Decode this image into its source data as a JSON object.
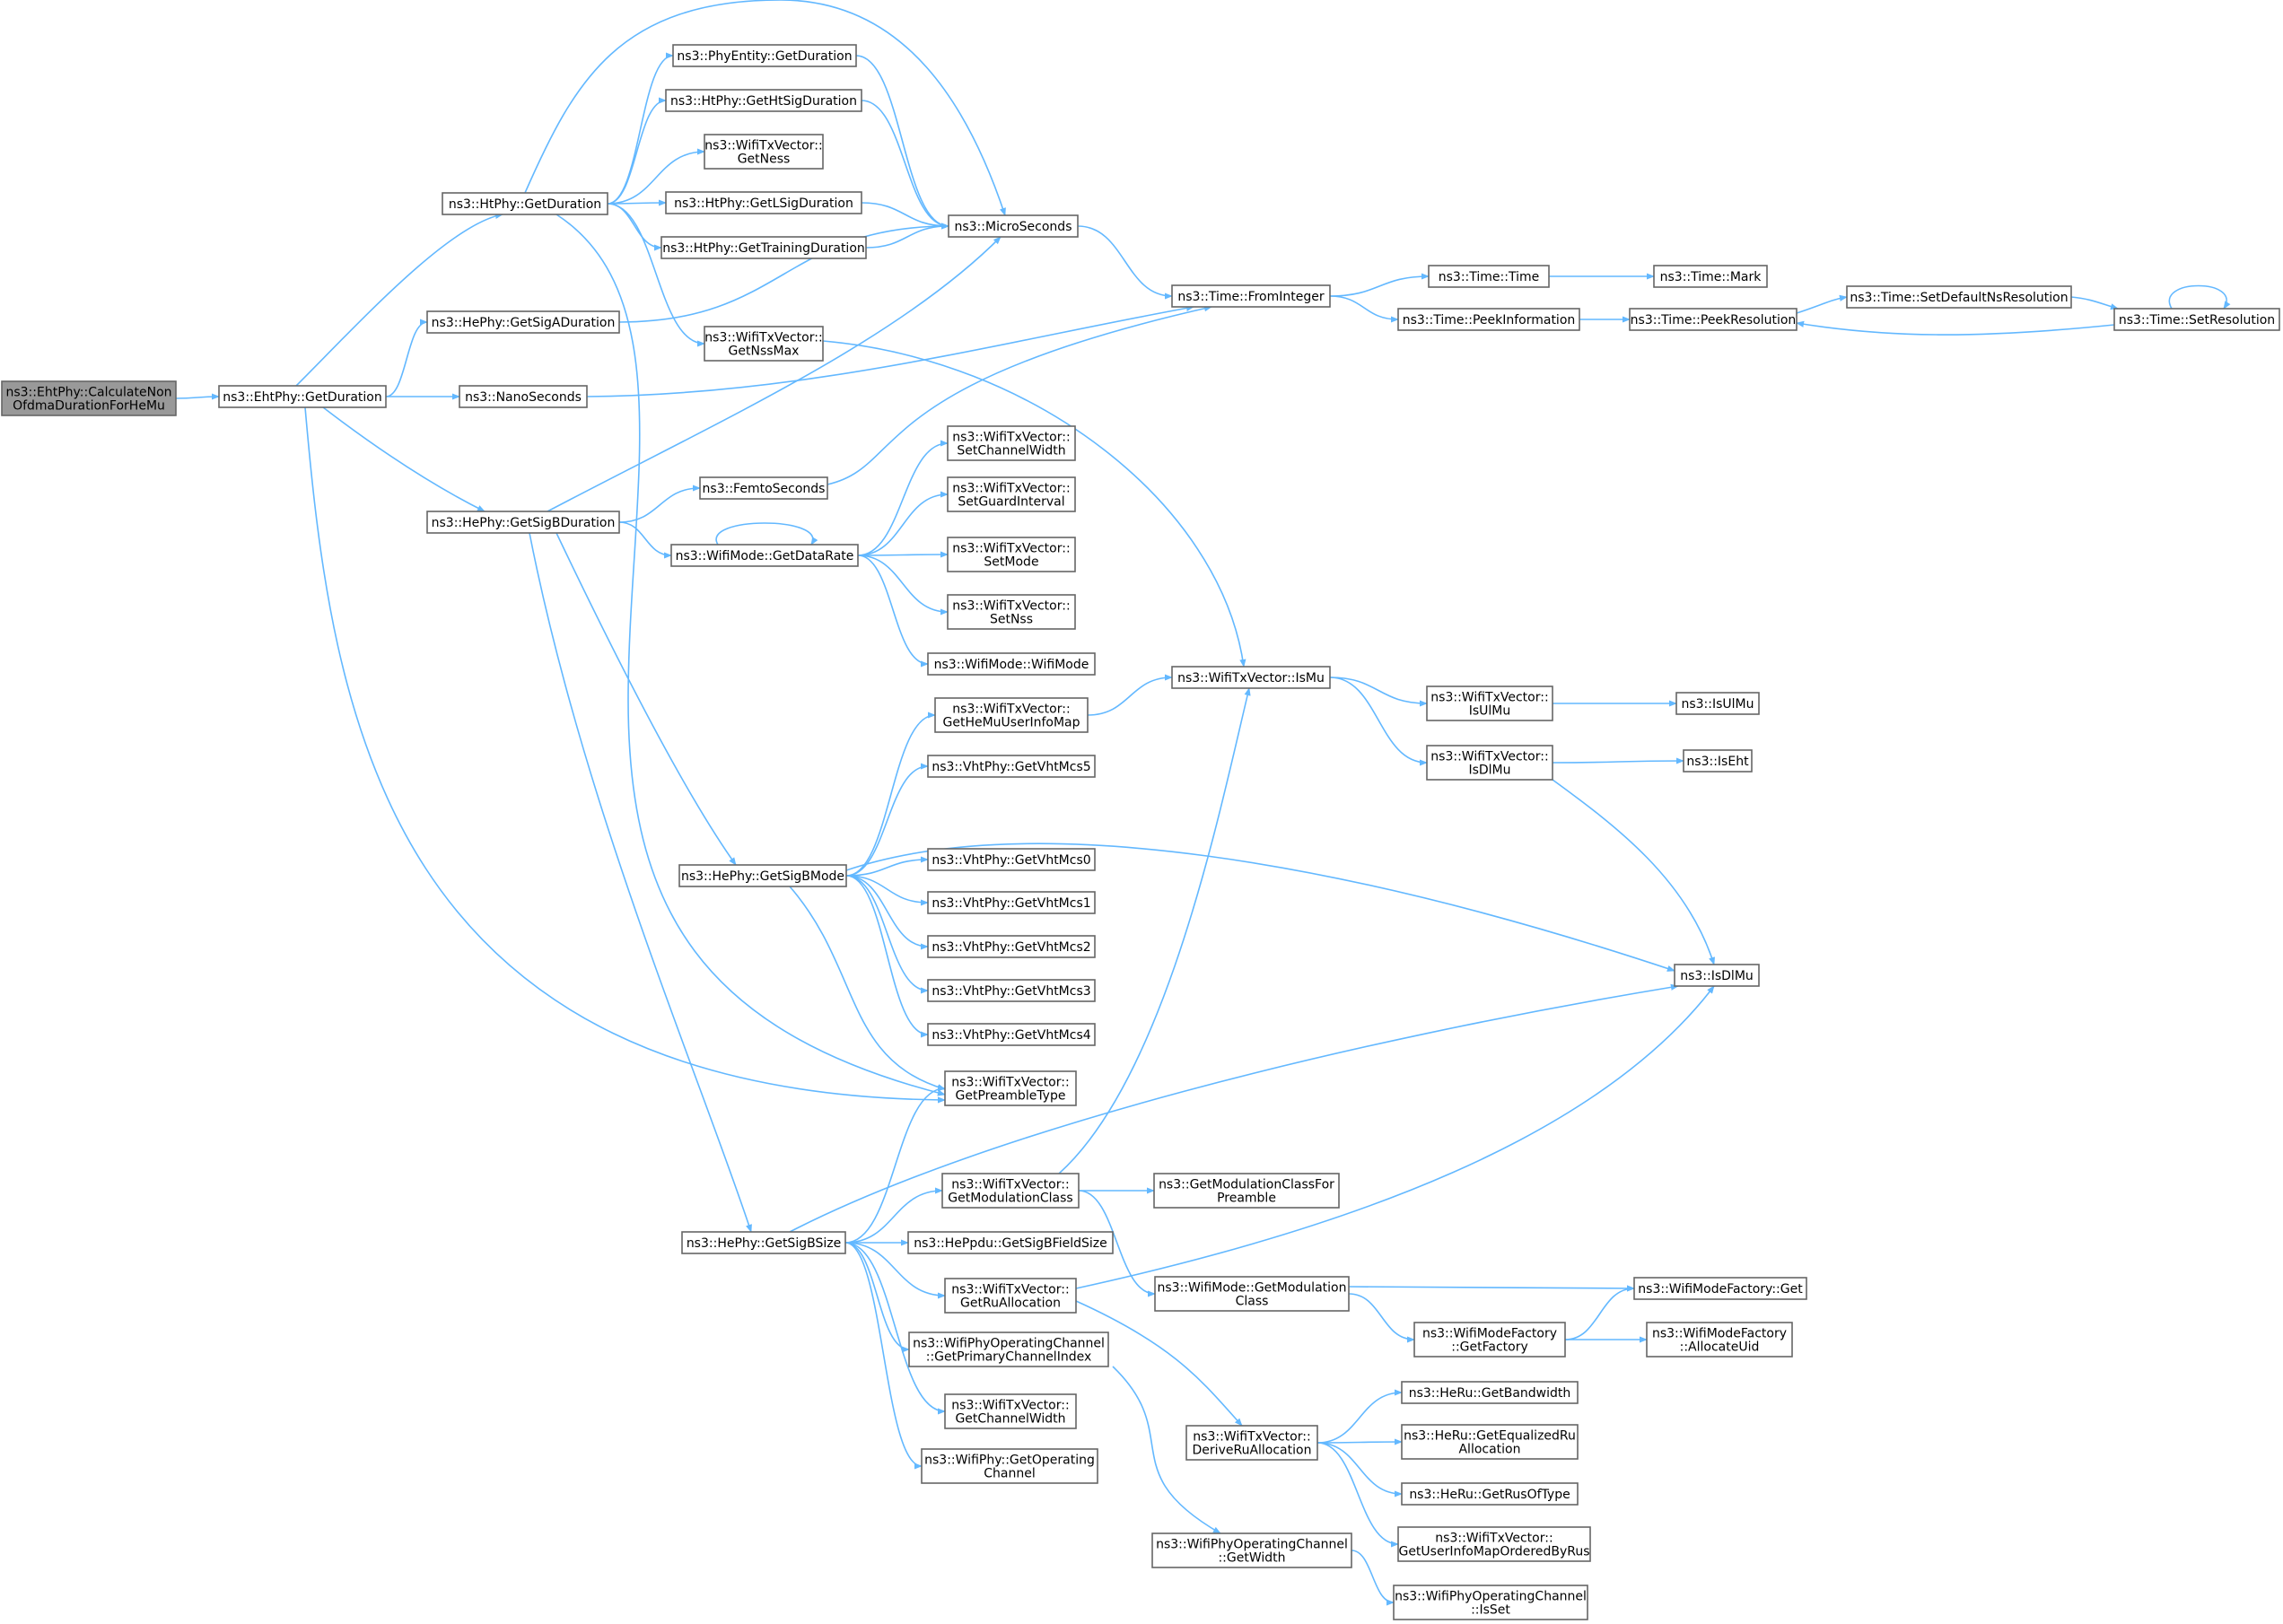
{
  "graph": {
    "edge_color": "#63b8ff",
    "node_border_color": "#666666",
    "root_fill_color": "#999999",
    "nodes": [
      {
        "id": "root",
        "lines": [
          "ns3::EhtPhy::CalculateNon",
          "OfdmaDurationForHeMu"
        ],
        "root": true
      },
      {
        "id": "eht_getduration",
        "lines": [
          "ns3::EhtPhy::GetDuration"
        ]
      },
      {
        "id": "ht_getduration",
        "lines": [
          "ns3::HtPhy::GetDuration"
        ]
      },
      {
        "id": "he_getsigaduration",
        "lines": [
          "ns3::HePhy::GetSigADuration"
        ]
      },
      {
        "id": "nanoseconds",
        "lines": [
          "ns3::NanoSeconds"
        ]
      },
      {
        "id": "he_getsigbduration",
        "lines": [
          "ns3::HePhy::GetSigBDuration"
        ]
      },
      {
        "id": "phyentity_getduration",
        "lines": [
          "ns3::PhyEntity::GetDuration"
        ]
      },
      {
        "id": "ht_gethtsigduration",
        "lines": [
          "ns3::HtPhy::GetHtSigDuration"
        ]
      },
      {
        "id": "txv_getness",
        "lines": [
          "ns3::WifiTxVector::",
          "GetNess"
        ]
      },
      {
        "id": "ht_getlsigduration",
        "lines": [
          "ns3::HtPhy::GetLSigDuration"
        ]
      },
      {
        "id": "ht_gettrainingduration",
        "lines": [
          "ns3::HtPhy::GetTrainingDuration"
        ]
      },
      {
        "id": "txv_getnssmax",
        "lines": [
          "ns3::WifiTxVector::",
          "GetNssMax"
        ]
      },
      {
        "id": "femtoseconds",
        "lines": [
          "ns3::FemtoSeconds"
        ]
      },
      {
        "id": "wifimode_getdatarate",
        "lines": [
          "ns3::WifiMode::GetDataRate"
        ]
      },
      {
        "id": "he_getsigbmode",
        "lines": [
          "ns3::HePhy::GetSigBMode"
        ]
      },
      {
        "id": "he_getsigbsize",
        "lines": [
          "ns3::HePhy::GetSigBSize"
        ]
      },
      {
        "id": "microseconds",
        "lines": [
          "ns3::MicroSeconds"
        ]
      },
      {
        "id": "txv_setchannelwidth",
        "lines": [
          "ns3::WifiTxVector::",
          "SetChannelWidth"
        ]
      },
      {
        "id": "txv_setguardinterval",
        "lines": [
          "ns3::WifiTxVector::",
          "SetGuardInterval"
        ]
      },
      {
        "id": "txv_setmode",
        "lines": [
          "ns3::WifiTxVector::",
          "SetMode"
        ]
      },
      {
        "id": "txv_setnss",
        "lines": [
          "ns3::WifiTxVector::",
          "SetNss"
        ]
      },
      {
        "id": "wifimode_wifimode",
        "lines": [
          "ns3::WifiMode::WifiMode"
        ]
      },
      {
        "id": "txv_gethemuuserinfomap",
        "lines": [
          "ns3::WifiTxVector::",
          "GetHeMuUserInfoMap"
        ]
      },
      {
        "id": "vht_getvhtmcs5",
        "lines": [
          "ns3::VhtPhy::GetVhtMcs5"
        ]
      },
      {
        "id": "vht_getvhtmcs0",
        "lines": [
          "ns3::VhtPhy::GetVhtMcs0"
        ]
      },
      {
        "id": "vht_getvhtmcs1",
        "lines": [
          "ns3::VhtPhy::GetVhtMcs1"
        ]
      },
      {
        "id": "vht_getvhtmcs2",
        "lines": [
          "ns3::VhtPhy::GetVhtMcs2"
        ]
      },
      {
        "id": "vht_getvhtmcs3",
        "lines": [
          "ns3::VhtPhy::GetVhtMcs3"
        ]
      },
      {
        "id": "vht_getvhtmcs4",
        "lines": [
          "ns3::VhtPhy::GetVhtMcs4"
        ]
      },
      {
        "id": "txv_getpreambletype",
        "lines": [
          "ns3::WifiTxVector::",
          "GetPreambleType"
        ]
      },
      {
        "id": "txv_getmodulationclass",
        "lines": [
          "ns3::WifiTxVector::",
          "GetModulationClass"
        ]
      },
      {
        "id": "heppdu_getsigbfieldsize",
        "lines": [
          "ns3::HePpdu::GetSigBFieldSize"
        ]
      },
      {
        "id": "txv_getruallocation",
        "lines": [
          "ns3::WifiTxVector::",
          "GetRuAllocation"
        ]
      },
      {
        "id": "woc_getprimarychannelindex",
        "lines": [
          "ns3::WifiPhyOperatingChannel",
          "::GetPrimaryChannelIndex"
        ]
      },
      {
        "id": "txv_getchannelwidth",
        "lines": [
          "ns3::WifiTxVector::",
          "GetChannelWidth"
        ]
      },
      {
        "id": "wifiphy_getoperatingchannel",
        "lines": [
          "ns3::WifiPhy::GetOperating",
          "Channel"
        ]
      },
      {
        "id": "time_frominteger",
        "lines": [
          "ns3::Time::FromInteger"
        ]
      },
      {
        "id": "txv_ismu",
        "lines": [
          "ns3::WifiTxVector::IsMu"
        ]
      },
      {
        "id": "getmodulationclassforpreamble",
        "lines": [
          "ns3::GetModulationClassFor",
          "Preamble"
        ]
      },
      {
        "id": "wifimode_getmodulationclass",
        "lines": [
          "ns3::WifiMode::GetModulation",
          "Class"
        ]
      },
      {
        "id": "txv_deriveruallocation",
        "lines": [
          "ns3::WifiTxVector::",
          "DeriveRuAllocation"
        ]
      },
      {
        "id": "woc_getwidth",
        "lines": [
          "ns3::WifiPhyOperatingChannel",
          "::GetWidth"
        ]
      },
      {
        "id": "time_time",
        "lines": [
          "ns3::Time::Time"
        ]
      },
      {
        "id": "time_peekinformation",
        "lines": [
          "ns3::Time::PeekInformation"
        ]
      },
      {
        "id": "txv_isulmu",
        "lines": [
          "ns3::WifiTxVector::",
          "IsUlMu"
        ]
      },
      {
        "id": "txv_isdlmu",
        "lines": [
          "ns3::WifiTxVector::",
          "IsDlMu"
        ]
      },
      {
        "id": "wifimodefactory_getfactory",
        "lines": [
          "ns3::WifiModeFactory",
          "::GetFactory"
        ]
      },
      {
        "id": "heru_getbandwidth",
        "lines": [
          "ns3::HeRu::GetBandwidth"
        ]
      },
      {
        "id": "heru_getequalizedruallocation",
        "lines": [
          "ns3::HeRu::GetEqualizedRu",
          "Allocation"
        ]
      },
      {
        "id": "heru_getrusoftype",
        "lines": [
          "ns3::HeRu::GetRusOfType"
        ]
      },
      {
        "id": "txv_getuserinfomaporderedbyrus",
        "lines": [
          "ns3::WifiTxVector::",
          "GetUserInfoMapOrderedByRus"
        ]
      },
      {
        "id": "woc_isset",
        "lines": [
          "ns3::WifiPhyOperatingChannel",
          "::IsSet"
        ]
      },
      {
        "id": "time_mark",
        "lines": [
          "ns3::Time::Mark"
        ]
      },
      {
        "id": "time_peekresolution",
        "lines": [
          "ns3::Time::PeekResolution"
        ]
      },
      {
        "id": "isulmu",
        "lines": [
          "ns3::IsUlMu"
        ]
      },
      {
        "id": "iseht",
        "lines": [
          "ns3::IsEht"
        ]
      },
      {
        "id": "isdlmu",
        "lines": [
          "ns3::IsDlMu"
        ]
      },
      {
        "id": "wifimodefactory_get",
        "lines": [
          "ns3::WifiModeFactory::Get"
        ]
      },
      {
        "id": "wifimodefactory_allocateuid",
        "lines": [
          "ns3::WifiModeFactory",
          "::AllocateUid"
        ]
      },
      {
        "id": "time_setdefaultnsresolution",
        "lines": [
          "ns3::Time::SetDefaultNsResolution"
        ]
      },
      {
        "id": "time_setresolution",
        "lines": [
          "ns3::Time::SetResolution"
        ]
      }
    ],
    "edges": [
      [
        "root",
        "eht_getduration"
      ],
      [
        "eht_getduration",
        "ht_getduration"
      ],
      [
        "eht_getduration",
        "he_getsigaduration"
      ],
      [
        "eht_getduration",
        "nanoseconds"
      ],
      [
        "eht_getduration",
        "he_getsigbduration"
      ],
      [
        "eht_getduration",
        "txv_getpreambletype"
      ],
      [
        "ht_getduration",
        "phyentity_getduration"
      ],
      [
        "ht_getduration",
        "ht_gethtsigduration"
      ],
      [
        "ht_getduration",
        "txv_getness"
      ],
      [
        "ht_getduration",
        "ht_getlsigduration"
      ],
      [
        "ht_getduration",
        "ht_gettrainingduration"
      ],
      [
        "ht_getduration",
        "txv_getnssmax"
      ],
      [
        "ht_getduration",
        "microseconds"
      ],
      [
        "ht_getduration",
        "txv_getpreambletype"
      ],
      [
        "he_getsigaduration",
        "microseconds"
      ],
      [
        "nanoseconds",
        "time_frominteger"
      ],
      [
        "he_getsigbduration",
        "femtoseconds"
      ],
      [
        "he_getsigbduration",
        "wifimode_getdatarate"
      ],
      [
        "he_getsigbduration",
        "he_getsigbmode"
      ],
      [
        "he_getsigbduration",
        "he_getsigbsize"
      ],
      [
        "he_getsigbduration",
        "microseconds"
      ],
      [
        "phyentity_getduration",
        "microseconds"
      ],
      [
        "ht_gethtsigduration",
        "microseconds"
      ],
      [
        "ht_getlsigduration",
        "microseconds"
      ],
      [
        "ht_gettrainingduration",
        "microseconds"
      ],
      [
        "microseconds",
        "time_frominteger"
      ],
      [
        "txv_getnssmax",
        "txv_ismu"
      ],
      [
        "femtoseconds",
        "time_frominteger"
      ],
      [
        "wifimode_getdatarate",
        "wifimode_getdatarate"
      ],
      [
        "wifimode_getdatarate",
        "txv_setchannelwidth"
      ],
      [
        "wifimode_getdatarate",
        "txv_setguardinterval"
      ],
      [
        "wifimode_getdatarate",
        "txv_setmode"
      ],
      [
        "wifimode_getdatarate",
        "txv_setnss"
      ],
      [
        "wifimode_getdatarate",
        "wifimode_wifimode"
      ],
      [
        "he_getsigbmode",
        "txv_gethemuuserinfomap"
      ],
      [
        "he_getsigbmode",
        "vht_getvhtmcs5"
      ],
      [
        "he_getsigbmode",
        "vht_getvhtmcs0"
      ],
      [
        "he_getsigbmode",
        "vht_getvhtmcs1"
      ],
      [
        "he_getsigbmode",
        "vht_getvhtmcs2"
      ],
      [
        "he_getsigbmode",
        "vht_getvhtmcs3"
      ],
      [
        "he_getsigbmode",
        "vht_getvhtmcs4"
      ],
      [
        "he_getsigbmode",
        "txv_getpreambletype"
      ],
      [
        "he_getsigbmode",
        "isdlmu"
      ],
      [
        "he_getsigbsize",
        "txv_getpreambletype"
      ],
      [
        "he_getsigbsize",
        "txv_getmodulationclass"
      ],
      [
        "he_getsigbsize",
        "heppdu_getsigbfieldsize"
      ],
      [
        "he_getsigbsize",
        "txv_getruallocation"
      ],
      [
        "he_getsigbsize",
        "woc_getprimarychannelindex"
      ],
      [
        "he_getsigbsize",
        "txv_getchannelwidth"
      ],
      [
        "he_getsigbsize",
        "wifiphy_getoperatingchannel"
      ],
      [
        "he_getsigbsize",
        "isdlmu"
      ],
      [
        "txv_gethemuuserinfomap",
        "txv_ismu"
      ],
      [
        "txv_getmodulationclass",
        "txv_ismu"
      ],
      [
        "txv_getmodulationclass",
        "getmodulationclassforpreamble"
      ],
      [
        "txv_getmodulationclass",
        "wifimode_getmodulationclass"
      ],
      [
        "txv_getruallocation",
        "isdlmu"
      ],
      [
        "txv_getruallocation",
        "txv_deriveruallocation"
      ],
      [
        "woc_getprimarychannelindex",
        "woc_getwidth"
      ],
      [
        "time_frominteger",
        "time_time"
      ],
      [
        "time_frominteger",
        "time_peekinformation"
      ],
      [
        "txv_ismu",
        "txv_isulmu"
      ],
      [
        "txv_ismu",
        "txv_isdlmu"
      ],
      [
        "wifimode_getmodulationclass",
        "wifimodefactory_get"
      ],
      [
        "wifimode_getmodulationclass",
        "wifimodefactory_getfactory"
      ],
      [
        "txv_deriveruallocation",
        "heru_getbandwidth"
      ],
      [
        "txv_deriveruallocation",
        "heru_getequalizedruallocation"
      ],
      [
        "txv_deriveruallocation",
        "heru_getrusoftype"
      ],
      [
        "txv_deriveruallocation",
        "txv_getuserinfomaporderedbyrus"
      ],
      [
        "woc_getwidth",
        "woc_isset"
      ],
      [
        "time_time",
        "time_mark"
      ],
      [
        "time_peekinformation",
        "time_peekresolution"
      ],
      [
        "txv_isulmu",
        "isulmu"
      ],
      [
        "txv_isdlmu",
        "iseht"
      ],
      [
        "txv_isdlmu",
        "isdlmu"
      ],
      [
        "wifimodefactory_getfactory",
        "wifimodefactory_get"
      ],
      [
        "wifimodefactory_getfactory",
        "wifimodefactory_allocateuid"
      ],
      [
        "time_peekresolution",
        "time_setdefaultnsresolution"
      ],
      [
        "time_setdefaultnsresolution",
        "time_setresolution"
      ],
      [
        "time_setresolution",
        "time_peekresolution"
      ],
      [
        "time_setresolution",
        "time_setresolution"
      ]
    ]
  }
}
